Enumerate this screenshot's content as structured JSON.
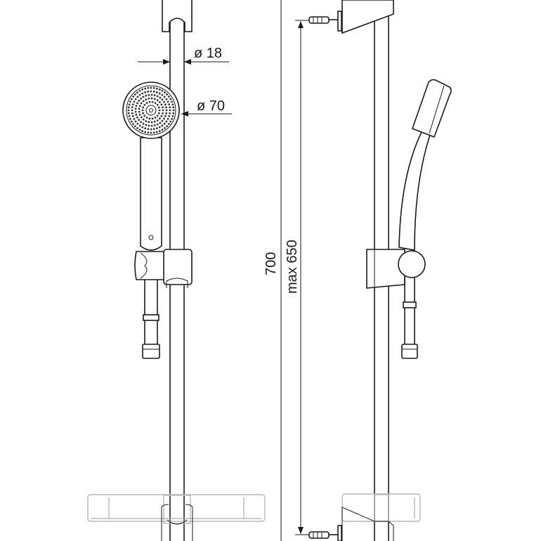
{
  "dimensions": {
    "bar_diameter": "ø 18",
    "head_diameter": "ø 70",
    "total_height": "700",
    "max_mount_spacing": "max 650"
  },
  "colors": {
    "line": "#1a1a1a",
    "soap_dish": "#b8b8b8"
  }
}
